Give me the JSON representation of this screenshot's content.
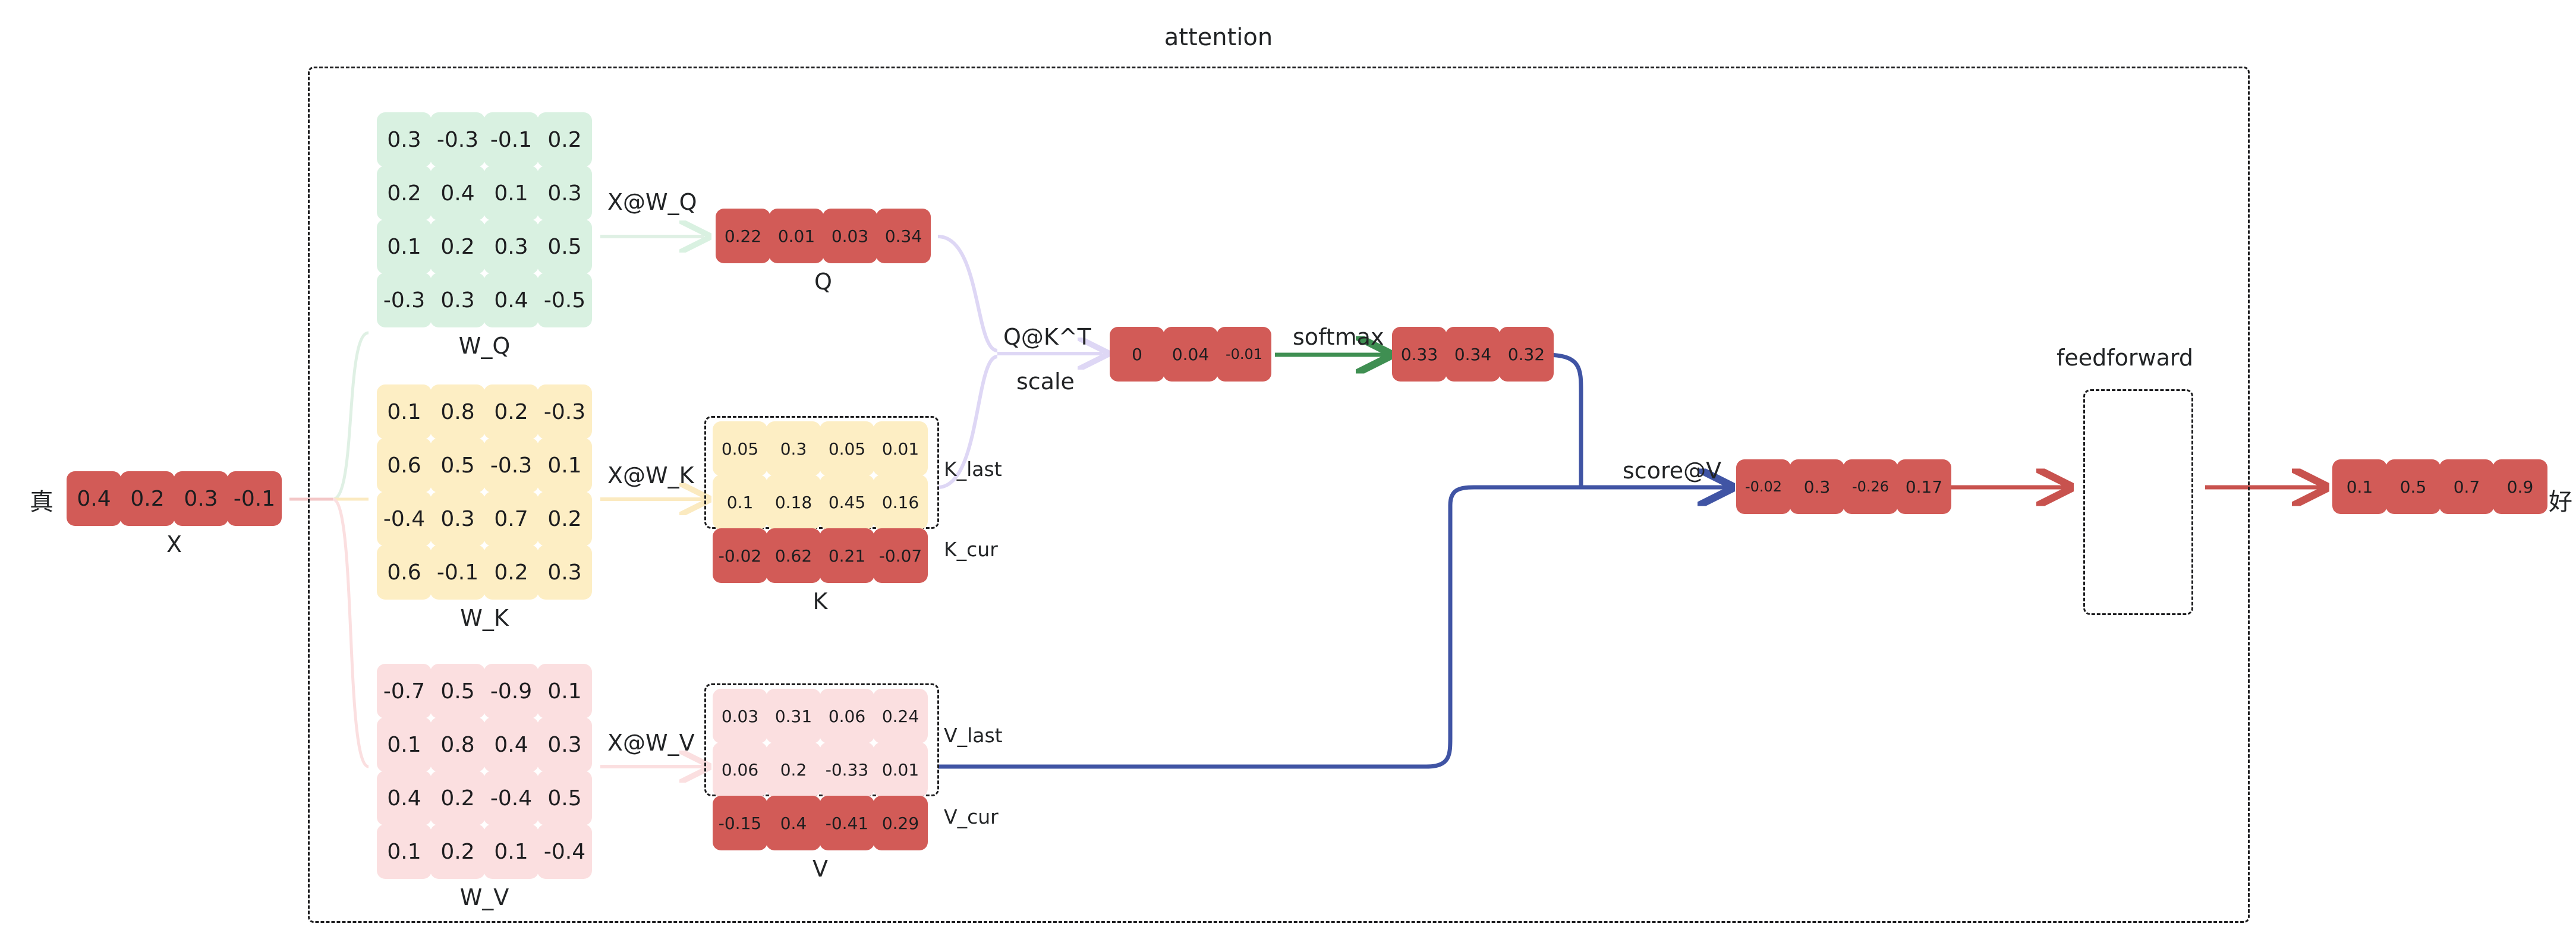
{
  "diagram": {
    "title": "attention",
    "feedforward_label": "feedforward",
    "input_token": "真",
    "output_token": "好"
  },
  "arrow_labels": {
    "x_wq": "X@W_Q",
    "x_wk": "X@W_K",
    "x_wv": "X@W_V",
    "qkt": "Q@K^T",
    "scale": "scale",
    "softmax": "softmax",
    "score_v": "score@V"
  },
  "matrices": {
    "X": {
      "label": "X",
      "rows": [
        [
          "0.4",
          "0.2",
          "0.3",
          "-0.1"
        ]
      ],
      "color": "red"
    },
    "W_Q": {
      "label": "W_Q",
      "color": "green",
      "rows": [
        [
          "0.3",
          "-0.3",
          "-0.1",
          "0.2"
        ],
        [
          "0.2",
          "0.4",
          "0.1",
          "0.3"
        ],
        [
          "0.1",
          "0.2",
          "0.3",
          "0.5"
        ],
        [
          "-0.3",
          "0.3",
          "0.4",
          "-0.5"
        ]
      ]
    },
    "W_K": {
      "label": "W_K",
      "color": "yellow",
      "rows": [
        [
          "0.1",
          "0.8",
          "0.2",
          "-0.3"
        ],
        [
          "0.6",
          "0.5",
          "-0.3",
          "0.1"
        ],
        [
          "-0.4",
          "0.3",
          "0.7",
          "0.2"
        ],
        [
          "0.6",
          "-0.1",
          "0.2",
          "0.3"
        ]
      ]
    },
    "W_V": {
      "label": "W_V",
      "color": "pink",
      "rows": [
        [
          "-0.7",
          "0.5",
          "-0.9",
          "0.1"
        ],
        [
          "0.1",
          "0.8",
          "0.4",
          "0.3"
        ],
        [
          "0.4",
          "0.2",
          "-0.4",
          "0.5"
        ],
        [
          "0.1",
          "0.2",
          "0.1",
          "-0.4"
        ]
      ]
    },
    "Q": {
      "label": "Q",
      "color": "red",
      "rows": [
        [
          "0.22",
          "0.01",
          "0.03",
          "0.34"
        ]
      ]
    },
    "K": {
      "label": "K",
      "cache_label": "K_last",
      "current_label": "K_cur",
      "cache_color": "yellow",
      "current_color": "red",
      "cache_rows": [
        [
          "0.05",
          "0.3",
          "0.05",
          "0.01"
        ],
        [
          "0.1",
          "0.18",
          "0.45",
          "0.16"
        ]
      ],
      "current_rows": [
        [
          "-0.02",
          "0.62",
          "0.21",
          "-0.07"
        ]
      ]
    },
    "V": {
      "label": "V",
      "cache_label": "V_last",
      "current_label": "V_cur",
      "cache_color": "pink",
      "current_color": "red",
      "cache_rows": [
        [
          "0.03",
          "0.31",
          "0.06",
          "0.24"
        ],
        [
          "0.06",
          "0.2",
          "-0.33",
          "0.01"
        ]
      ],
      "current_rows": [
        [
          "-0.15",
          "0.4",
          "-0.41",
          "0.29"
        ]
      ]
    },
    "scores": {
      "label": "",
      "color": "red",
      "rows": [
        [
          "0",
          "0.04",
          "-0.01"
        ]
      ]
    },
    "weights": {
      "label": "",
      "color": "red",
      "rows": [
        [
          "0.33",
          "0.34",
          "0.32"
        ]
      ]
    },
    "context": {
      "label": "",
      "color": "red",
      "rows": [
        [
          "-0.02",
          "0.3",
          "-0.26",
          "0.17"
        ]
      ]
    },
    "output": {
      "label": "",
      "color": "red",
      "rows": [
        [
          "0.1",
          "0.5",
          "0.7",
          "0.9"
        ]
      ]
    }
  },
  "colors": {
    "red": "#d25b57",
    "green": "#d9f1e1",
    "yellow": "#fdeec4",
    "pink": "#fbdfe0",
    "softmax_arrow": "#3f8f52",
    "blue_wire": "#4054a4",
    "red_wire": "#c8524e",
    "purple_wire": "#ded7f5",
    "dash_border": "#1d1d1f"
  }
}
